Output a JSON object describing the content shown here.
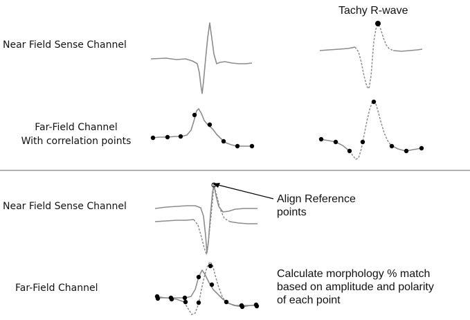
{
  "top_section": {
    "tachy_label": "Tachy R-wave",
    "near_field_label": "Near Field  Sense Channel",
    "far_field_label_line1": "Far-Field Channel",
    "far_field_label_line2": "With correlation points"
  },
  "bottom_section": {
    "near_field_label": "Near Field  Sense Channel",
    "far_field_label": "Far-Field Channel",
    "align_note_line1": "Align Reference",
    "align_note_line2": "points",
    "calc_note_line1": "Calculate morphology % match",
    "calc_note_line2": "based on amplitude and polarity",
    "calc_note_line3": "of each point"
  },
  "colors": {
    "waveform": "#8c8c8c",
    "points": "#000000",
    "divider": "#808080",
    "arrow": "#000000"
  }
}
